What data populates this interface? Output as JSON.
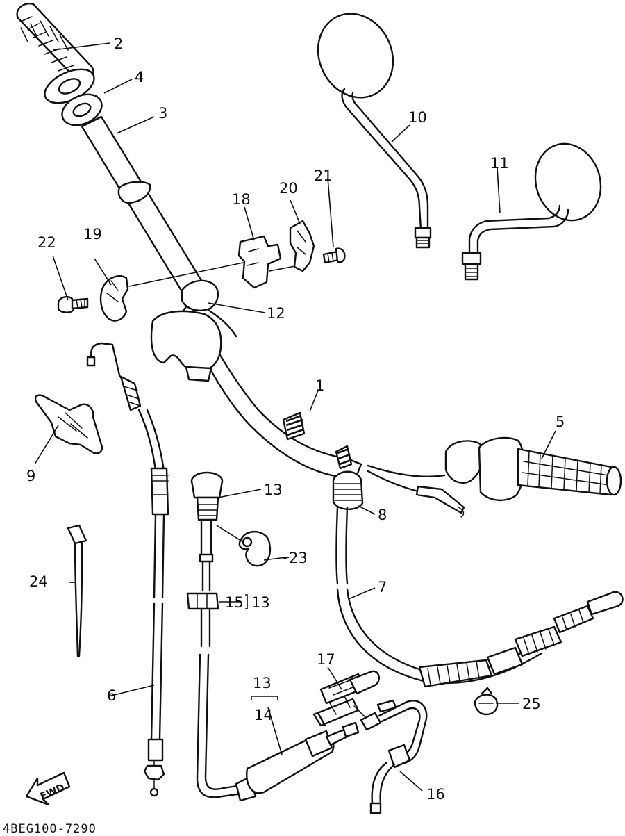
{
  "diagram": {
    "drawing_code": "4BEG100-7290",
    "direction_label": "FWD",
    "callouts": {
      "c1": "1",
      "c2": "2",
      "c3": "3",
      "c4": "4",
      "c5": "5",
      "c6": "6",
      "c7": "7",
      "c8": "8",
      "c9": "9",
      "c10": "10",
      "c11": "11",
      "c12": "12",
      "c13a": "13",
      "c13b": "13",
      "c13c": "13",
      "c14": "14",
      "c15": "15",
      "c16": "16",
      "c17": "17",
      "c18": "18",
      "c19": "19",
      "c20": "20",
      "c21": "21",
      "c22": "22",
      "c23": "23",
      "c24": "24",
      "c25": "25"
    }
  }
}
